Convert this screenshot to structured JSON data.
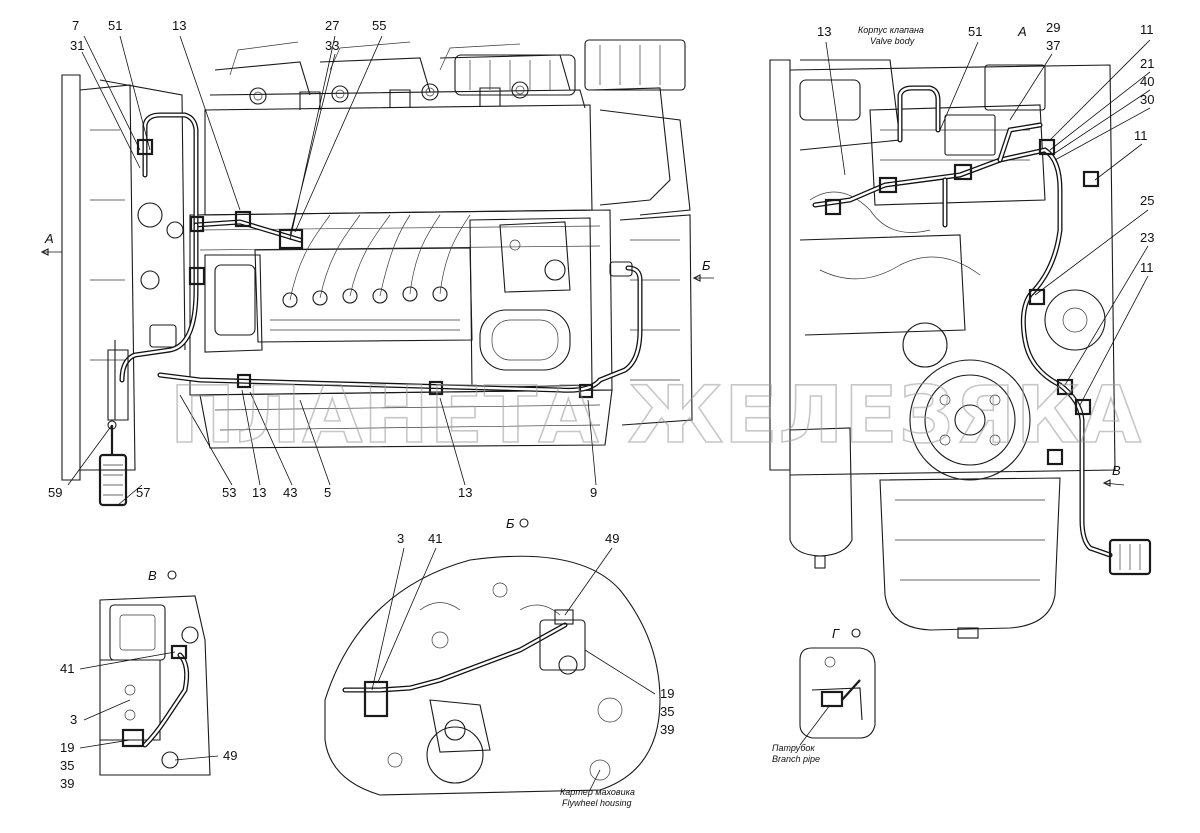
{
  "watermark": "ПЛАНЕТА ЖЕЛЕЗЯКА",
  "view_labels": {
    "a_left": "А",
    "a_right": "А",
    "b_arrow": "Б",
    "v_arrow": "В",
    "b_detail": "Б",
    "v_detail": "В",
    "g_detail": "Г"
  },
  "captions": {
    "valve_body_ru": "Корпус клапана",
    "valve_body_en": "Valve body",
    "flywheel_ru": "Картер маховика",
    "flywheel_en": "Flywheel housing",
    "branch_ru": "Патрубок",
    "branch_en": "Branch pipe"
  },
  "callouts_main": [
    {
      "text": "7"
    },
    {
      "text": "31"
    },
    {
      "text": "51"
    },
    {
      "text": "13"
    },
    {
      "text": "27"
    },
    {
      "text": "33"
    },
    {
      "text": "55"
    },
    {
      "text": "59"
    },
    {
      "text": "57"
    },
    {
      "text": "53"
    },
    {
      "text": "13"
    },
    {
      "text": "43"
    },
    {
      "text": "5"
    },
    {
      "text": "13"
    },
    {
      "text": "9"
    }
  ],
  "callouts_right": [
    {
      "text": "13"
    },
    {
      "text": "51"
    },
    {
      "text": "29"
    },
    {
      "text": "37"
    },
    {
      "text": "11"
    },
    {
      "text": "21"
    },
    {
      "text": "40"
    },
    {
      "text": "30"
    },
    {
      "text": "11"
    },
    {
      "text": "25"
    },
    {
      "text": "23"
    },
    {
      "text": "11"
    }
  ],
  "callouts_v": [
    {
      "text": "41"
    },
    {
      "text": "3"
    },
    {
      "text": "19"
    },
    {
      "text": "35"
    },
    {
      "text": "39"
    },
    {
      "text": "49"
    }
  ],
  "callouts_b": [
    {
      "text": "3"
    },
    {
      "text": "41"
    },
    {
      "text": "49"
    },
    {
      "text": "19"
    },
    {
      "text": "35"
    },
    {
      "text": "39"
    }
  ],
  "marker_icon": "circle-view-marker-icon"
}
